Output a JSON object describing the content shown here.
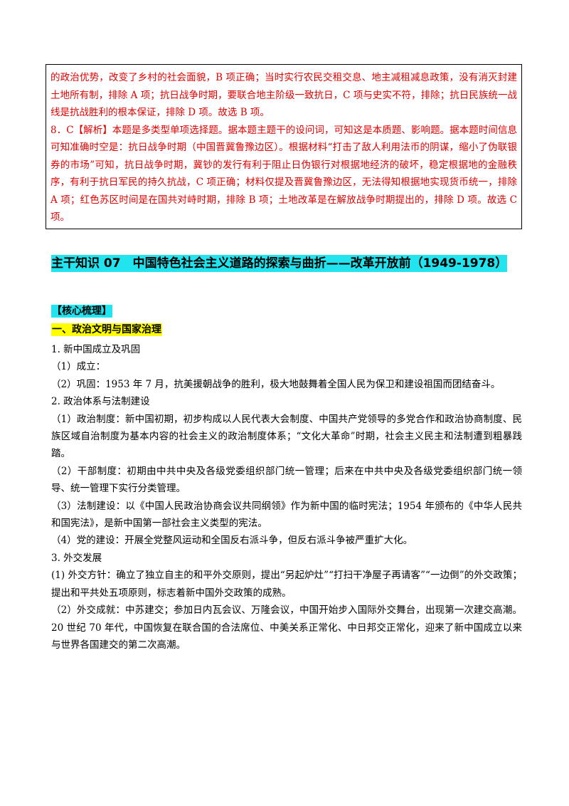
{
  "answer_box": {
    "paragraphs": [
      "的政治优势，改变了乡村的社会面貌，B 项正确；当时实行农民交租交息、地主减租减息政策，没有消灭封建土地所有制，排除 A 项；抗日战争时期，要联合地主阶级一致抗日，C 项与史实不符，排除；抗日民族统一战线是抗战胜利的根本保证，排除 D 项。故选 B 项。",
      "8．C【解析】本题是多类型单项选择题。据本题主题干的设问词，可知这是本质题、影响题。据本题时间信息可知准确时空是：抗日战争时期（中国晋冀鲁豫边区）。根据材料“打击了敌人利用法币的阴谋，缩小了伪联银券的市场”可知，抗日战争时期，冀钞的发行有利于阻止日伪银行对根据地经济的破坏，稳定根据地的金融秩序，有利于抗日军民的持久抗战，C 项正确；材料仅提及晋冀鲁豫边区，无法得知根据地实现货币统一，排除 A 项；红色苏区时间是在国共对峙时期，排除 B 项；土地改革是在解放战争时期提出的，排除 D 项。故选 C 项。"
    ]
  },
  "section_title": "主干知识 07　中国特色社会主义道路的探索与曲折——改革开放前（1949-1978）",
  "core_label": "【核心梳理】",
  "subsection_title": "一、政治文明与国家治理",
  "body": [
    "1. 新中国成立及巩固",
    "（1）成立：",
    "（2）巩固：1953 年 7 月，抗美援朝战争的胜利，极大地鼓舞着全国人民为保卫和建设祖国而团结奋斗。",
    "2. 政治体系与法制建设",
    "（1）政治制度：新中国初期，初步构成以人民代表大会制度、中国共产党领导的多党合作和政治协商制度、民族区域自治制度为基本内容的社会主义的政治制度体系；“文化大革命”时期，社会主义民主和法制遭到粗暴践踏。",
    "（2）干部制度：初期由中共中央及各级党委组织部门统一管理；后来在中共中央及各级党委组织部门统一领导、统一管理下实行分类管理。",
    "（3）法制建设：以《中国人民政治协商会议共同纲领》作为新中国的临时宪法；1954 年颁布的《中华人民共和国宪法》，是新中国第一部社会主义类型的宪法。",
    "（4）党的建设：开展全党整风运动和全国反右派斗争，但反右派斗争被严重扩大化。",
    "3. 外交发展",
    "(1) 外交方针：确立了独立自主的和平外交原则，提出“另起炉灶”“打扫干净屋子再请客”“一边倒”的外交政策；提出和平共处五项原则，标志着新中国外交政策的成熟。",
    "（2）外交成就：中苏建交；参加日内瓦会议、万隆会议，中国开始步入国际外交舞台，出现第一次建交高潮。20 世纪 70 年代，中国恢复在联合国的合法席位、中美关系正常化、中日邦交正常化，迎来了新中国成立以来与世界各国建交的第二次高潮。"
  ],
  "colors": {
    "answer_text": "#e00000",
    "title_highlight": "#22e4ee",
    "subsection_highlight": "#ffff00"
  }
}
